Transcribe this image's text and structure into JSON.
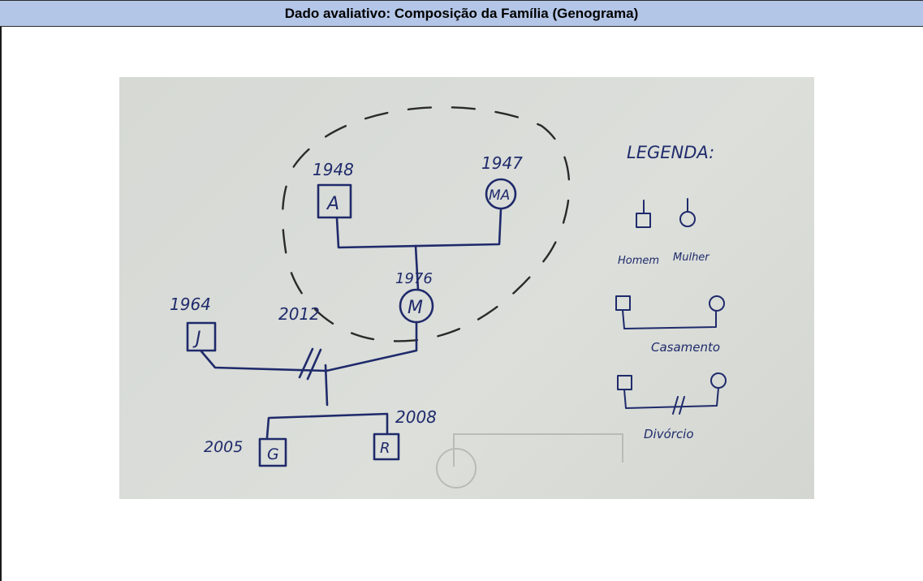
{
  "header": {
    "title": "Dado avaliativo: Composição da Família (Genograma)"
  },
  "genogram": {
    "legend": {
      "title": "LEGENDA:",
      "male_label": "Homem",
      "female_label": "Mulher",
      "marriage_label": "Casamento",
      "divorce_label": "Divórcio"
    },
    "persons": [
      {
        "letter": "A",
        "year": "1948"
      },
      {
        "letter": "MA",
        "year": "1947"
      },
      {
        "letter": "M",
        "year": "1976"
      },
      {
        "letter": "J",
        "year": "1964"
      },
      {
        "letter": "G",
        "year": "2005"
      },
      {
        "letter": "R",
        "year": "2008"
      }
    ],
    "union_year": "2012"
  },
  "colors": {
    "header_bg": "#b4c6e7",
    "ink": "#1f2a6b"
  }
}
